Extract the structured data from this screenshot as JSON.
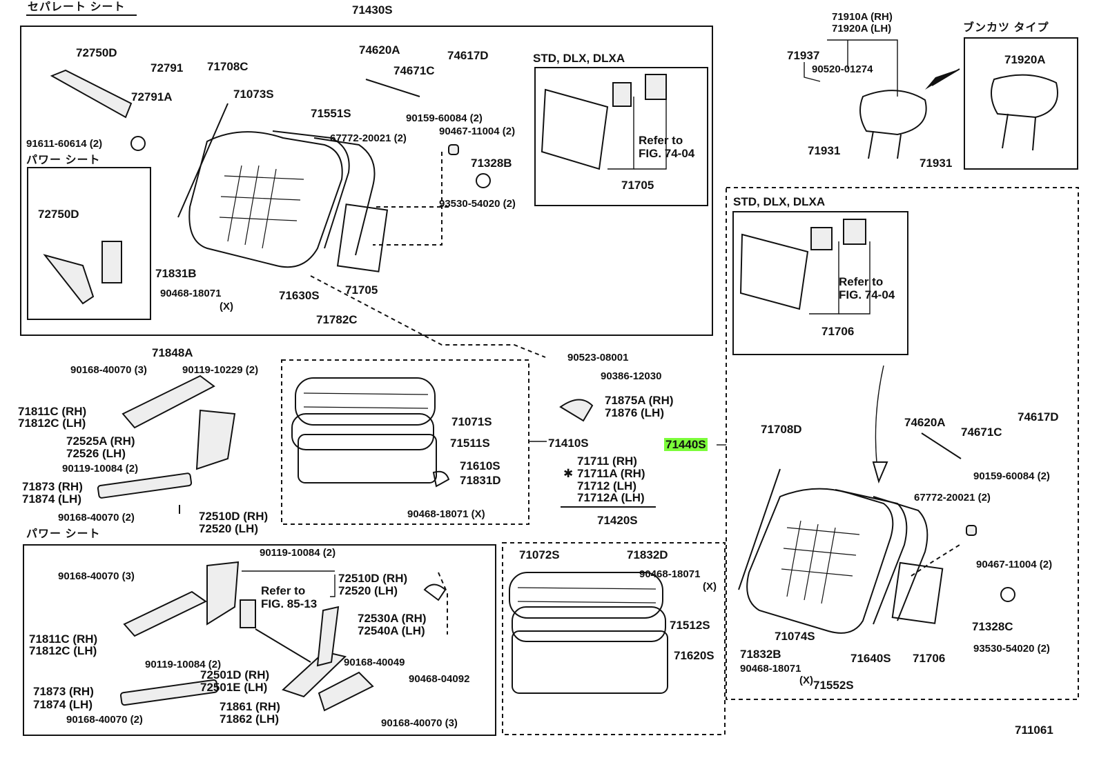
{
  "sheet_title": "セパレート シート",
  "figure_number": "711061",
  "sections": {
    "power_seat_1": "パワー シート",
    "power_seat_2": "パワー シート",
    "bunkatsu_type": "ブンカツ タイプ",
    "std_1": "STD, DLX, DLXA",
    "std_2": "STD, DLX, DLXA"
  },
  "notes": {
    "refer_7404_a1": "Refer to",
    "refer_7404_a2": "FIG. 74-04",
    "refer_7404_b1": "Refer to",
    "refer_7404_b2": "FIG. 74-04",
    "refer_8513_1": "Refer to",
    "refer_8513_2": "FIG. 85-13"
  },
  "parts": {
    "p71430S": "71430S",
    "p72750D_a": "72750D",
    "p72791": "72791",
    "p72791A": "72791A",
    "p91611": "91611-60614 (2)",
    "p72750D_b": "72750D",
    "p71708C": "71708C",
    "p71073S": "71073S",
    "p74620A_a": "74620A",
    "p74671C_a": "74671C",
    "p74617D_a": "74617D",
    "p71551S": "71551S",
    "p90159_a": "90159-60084 (2)",
    "p90467_a": "90467-11004 (2)",
    "p67772_a": "67772-20021 (2)",
    "p71328B": "71328B",
    "p93530_a": "93530-54020 (2)",
    "p71831B": "71831B",
    "p90468_a": "90468-18071",
    "p90468_a_x": "(X)",
    "p71630S": "71630S",
    "p71705_a": "71705",
    "p71782C": "71782C",
    "p71705_b": "71705",
    "p71910A": "71910A (RH)",
    "p71920A_rh": "71920A (LH)",
    "p71937": "71937",
    "p90520": "90520-01274",
    "p71931_a": "71931",
    "p71931_b": "71931",
    "p71920A": "71920A",
    "p71706_a": "71706",
    "p90523": "90523-08001",
    "p90386": "90386-12030",
    "p71875A": "71875A (RH)",
    "p71876": "71876   (LH)",
    "p71848A": "71848A",
    "p90168_a": "90168-40070 (3)",
    "p90119_a": "90119-10229 (2)",
    "p71811C_a": "71811C (RH)",
    "p71812C_a": "71812C (LH)",
    "p72525A": "72525A (RH)",
    "p72526": "72526   (LH)",
    "p90119_b": "90119-10084 (2)",
    "p71873_a": "71873 (RH)",
    "p71874_a": "71874 (LH)",
    "p90168_b": "90168-40070 (2)",
    "p72510D_a": "72510D (RH)",
    "p72520_a": "72520   (LH)",
    "p71071S": "71071S",
    "p71511S": "71511S",
    "p71610S": "71610S",
    "p71831D": "71831D",
    "p90468_b": "90468-18071 (X)",
    "p71410S": "71410S",
    "p71711": "71711   (RH)",
    "p71711A": "71711A (RH)",
    "p71712": "71712   (LH)",
    "p71712A": "71712A (LH)",
    "star_mark": "✱",
    "p71420S": "71420S",
    "p71440S": "71440S",
    "p71708D": "71708D",
    "p74620A_b": "74620A",
    "p74671C_b": "74671C",
    "p74617D_b": "74617D",
    "p90159_b": "90159-60084 (2)",
    "p67772_b": "67772-20021 (2)",
    "p90467_b": "90467-11004 (2)",
    "p71074S": "71074S",
    "p71832B": "71832B",
    "p90468_c": "90468-18071",
    "p90468_c_x": "(X)",
    "p71552S": "71552S",
    "p71640S": "71640S",
    "p71706_b": "71706",
    "p71328C": "71328C",
    "p93530_b": "93530-54020 (2)",
    "p90119_c": "90119-10084 (2)",
    "p90168_c": "90168-40070 (3)",
    "p72510D_b": "72510D (RH)",
    "p72520_b": "72520   (LH)",
    "p71811C_b": "71811C (RH)",
    "p71812C_b": "71812C (LH)",
    "p72530A": "72530A (RH)",
    "p72540A": "72540A (LH)",
    "p90119_d": "90119-10084 (2)",
    "p72501D": "72501D (RH)",
    "p72501E": "72501E (LH)",
    "p90168_d": "90168-40049",
    "p90468_d": "90468-04092",
    "p71873_b": "71873 (RH)",
    "p71874_b": "71874 (LH)",
    "p71861": "71861 (RH)",
    "p71862": "71862 (LH)",
    "p90168_e": "90168-40070 (2)",
    "p90168_f": "90168-40070 (3)",
    "p71072S": "71072S",
    "p71832D": "71832D",
    "p90468_e": "90468-18071",
    "p90468_e_x": "(X)",
    "p71512S": "71512S",
    "p71620S": "71620S"
  }
}
